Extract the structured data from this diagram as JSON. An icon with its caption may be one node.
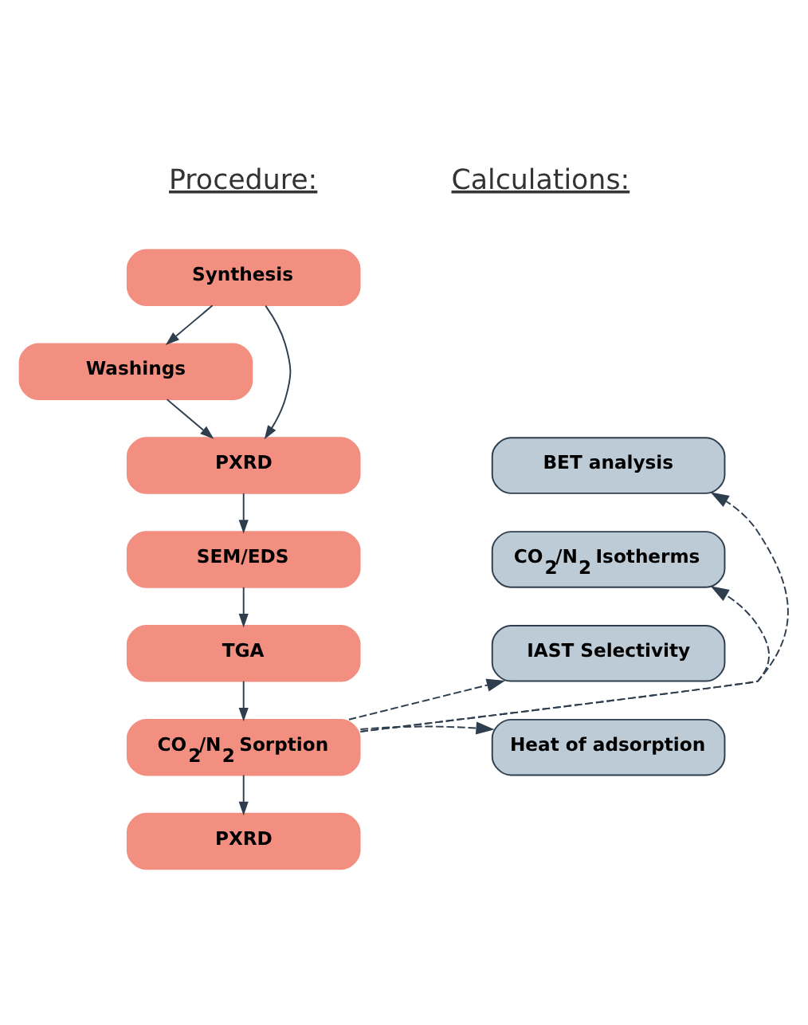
{
  "diagram": {
    "nodes": [
      {
        "text": [
          "Synthesis"
        ]
      },
      {
        "text": [
          "Washings"
        ]
      },
      {
        "text": [
          "PXRD"
        ]
      },
      {
        "text": [
          "SEM/EDS"
        ]
      },
      {
        "text": [
          "TGA"
        ]
      },
      {
        "text": [
          "CO$_{2}$/N$_{2}$ Sorption"
        ]
      },
      {
        "text": [
          "PXRD"
        ]
      },
      {
        "text": [
          "BET analysis"
        ]
      },
      {
        "text": [
          "CO$_{2}$/N$_{2}$ Isotherms"
        ]
      },
      {
        "text": [
          "IAST Selectivity"
        ]
      },
      {
        "text": [
          "Heat of adsorption"
        ]
      }
    ],
    "edges": [
      {
        "from": 0,
        "to": 2,
        "arrow": "to"
      },
      {
        "from": 0,
        "to": 1,
        "arrow": "to"
      },
      {
        "from": 1,
        "to": 2,
        "arrow": "to"
      },
      {
        "from": 2,
        "to": 3,
        "arrow": "to"
      },
      {
        "from": 3,
        "to": 4,
        "arrow": "to"
      },
      {
        "from": 4,
        "to": 5,
        "arrow": "to"
      },
      {
        "from": 5,
        "to": 6,
        "arrow": "to"
      },
      {
        "from": 5,
        "to": 7,
        "arrow": "to",
        "style": "dashed"
      },
      {
        "from": 5,
        "to": 8,
        "arrow": "to",
        "style": "dashed"
      },
      {
        "from": 5,
        "to": 9,
        "arrow": "to",
        "style": "dashed"
      },
      {
        "from": 5,
        "to": 10,
        "arrow": "to",
        "style": "dashed"
      }
    ],
    "labels": [
      "Procedure:",
      "Calculations:"
    ]
  }
}
